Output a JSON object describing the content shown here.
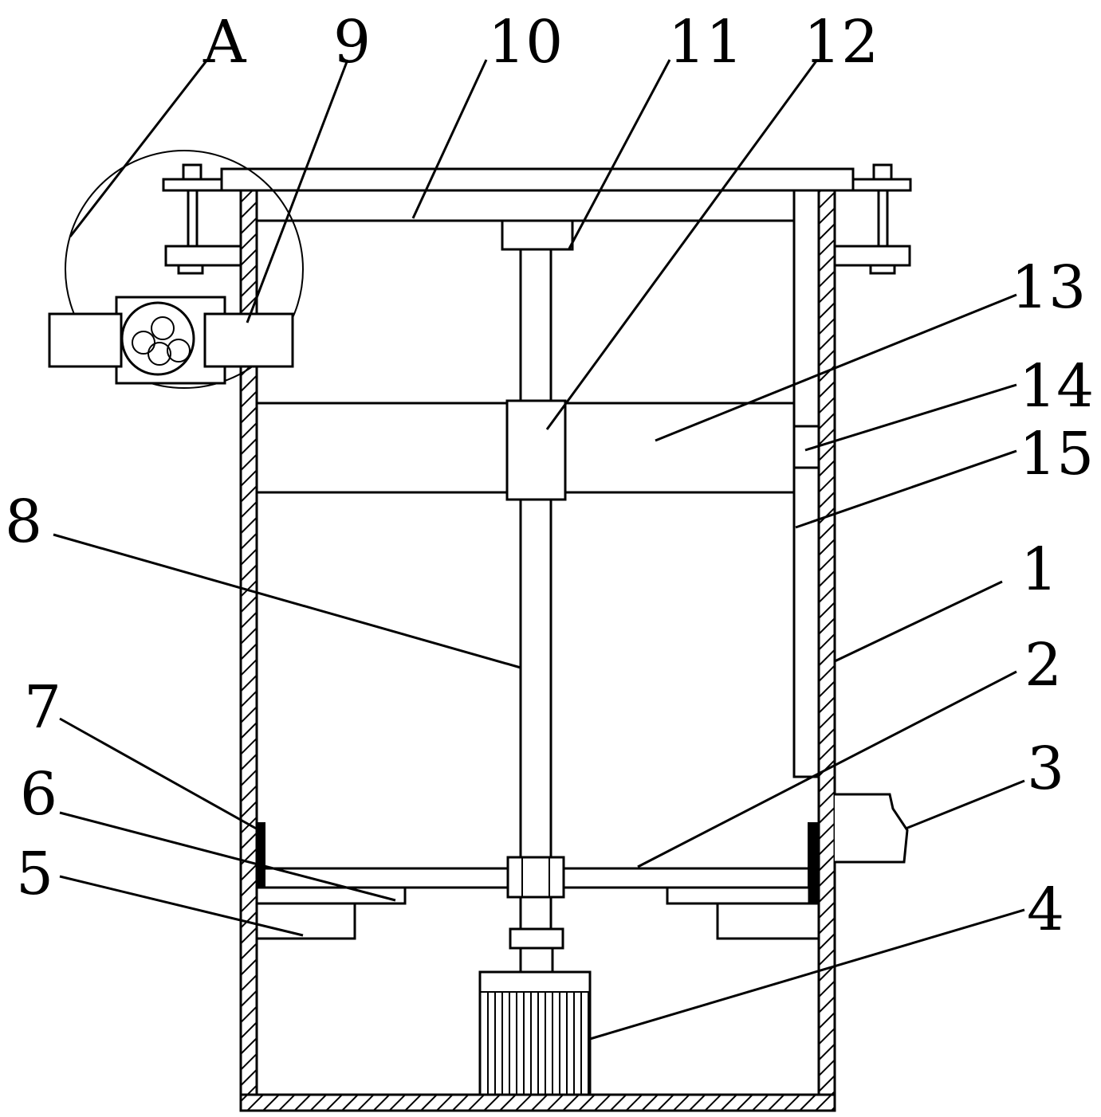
{
  "diagram": {
    "labels": {
      "A": "A",
      "n9": "9",
      "n10": "10",
      "n11": "11",
      "n12": "12",
      "n13": "13",
      "n14": "14",
      "n15": "15",
      "n8": "8",
      "n1": "1",
      "n2": "2",
      "n3": "3",
      "n4": "4",
      "n5": "5",
      "n6": "6",
      "n7": "7"
    }
  }
}
